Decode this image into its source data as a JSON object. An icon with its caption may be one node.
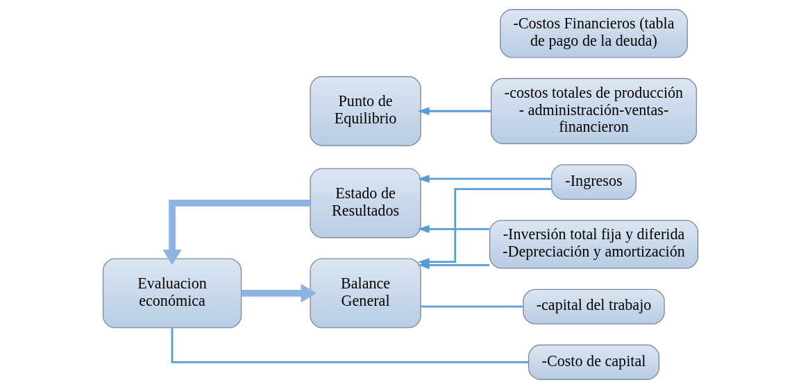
{
  "diagram": {
    "nodes": [
      {
        "text": [
          "Estado de Resultados"
        ]
      },
      {
        "text": [
          "Punto de Equilibrio"
        ]
      },
      {
        "text": [
          "Evaluacion económica"
        ]
      },
      {
        "text": [
          "Balance General"
        ]
      },
      {
        "text": [
          "-Ingresos"
        ]
      },
      {
        "text": [
          "-Costos Financieros (tabla de pago de la deuda)"
        ]
      },
      {
        "text": [
          "-costos totales de producción - administración-ventas- financieron"
        ]
      },
      {
        "text": [
          "-Inversión total fija y diferida",
          "-Depreciación y amortización"
        ]
      },
      {
        "text": [
          "-capital del trabajo"
        ]
      },
      {
        "text": [
          "-Costo de capital"
        ]
      }
    ],
    "edges": [
      {
        "from": 0,
        "to": 2,
        "arrow": "to",
        "style": "thick",
        "color": "#8db3e2"
      },
      {
        "from": 2,
        "to": 3,
        "arrow": "to",
        "style": "thick",
        "color": "#8db3e2"
      },
      {
        "from": 4,
        "to": 0,
        "arrow": "to"
      },
      {
        "from": 4,
        "to": 3,
        "arrow": "to"
      },
      {
        "from": 6,
        "to": 1,
        "arrow": "to"
      },
      {
        "from": 7,
        "to": 0,
        "arrow": "to"
      },
      {
        "from": 7,
        "to": 3,
        "arrow": "to"
      },
      {
        "from": 3,
        "to": 8,
        "arrow": "none"
      },
      {
        "from": 2,
        "to": 9,
        "arrow": "none"
      }
    ]
  }
}
